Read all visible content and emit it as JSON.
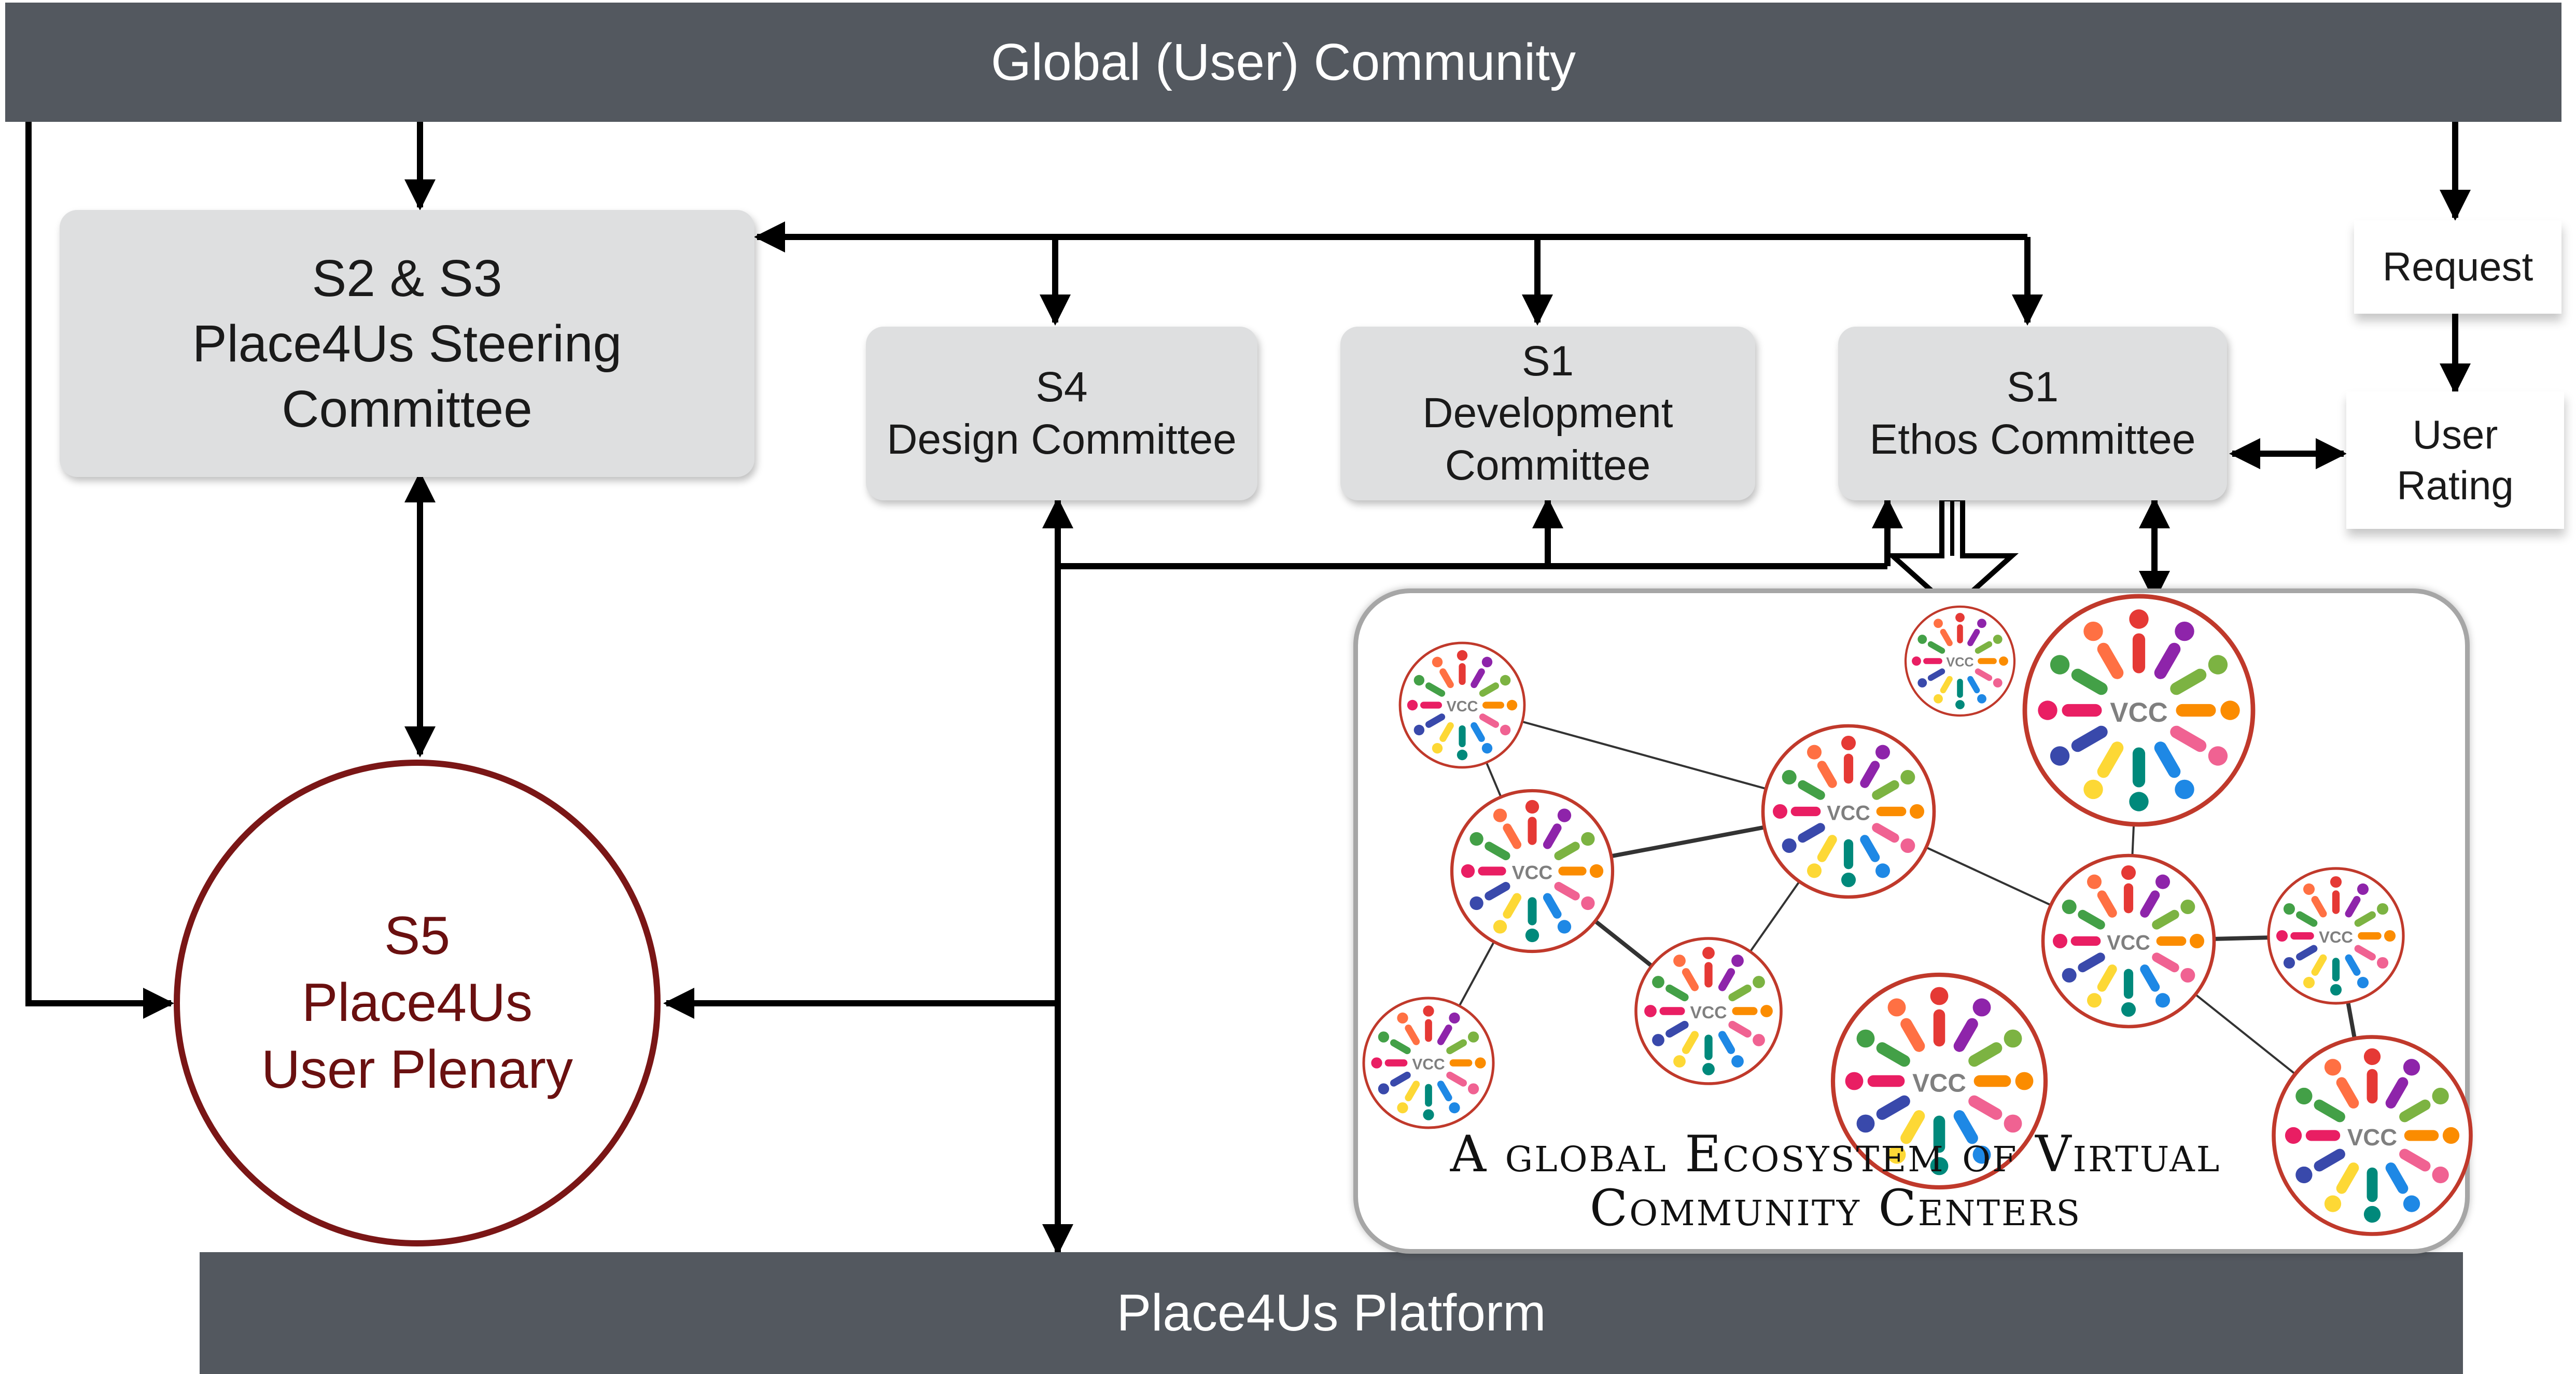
{
  "top_bar": "Global (User) Community",
  "bottom_bar": "Place4Us Platform",
  "steering": [
    "S2 & S3",
    "Place4Us Steering",
    "Committee"
  ],
  "design": [
    "S4",
    "Design Committee"
  ],
  "development": [
    "S1",
    "Development",
    "Committee"
  ],
  "ethos": [
    "S1",
    "Ethos Committee"
  ],
  "request": "Request",
  "rating": [
    "User",
    "Rating"
  ],
  "plenary": [
    "S5",
    "Place4Us",
    "User Plenary"
  ],
  "ecosystem": {
    "caption": [
      "A global Ecosystem of Virtual",
      "Community Centers"
    ],
    "node_label": "VCC"
  },
  "colors": {
    "bar": "#53585f",
    "box": "#dedfe0",
    "plenary_border": "#7a1616",
    "plenary_text": "#6a1010",
    "vcc_ring": "#c0392b"
  }
}
